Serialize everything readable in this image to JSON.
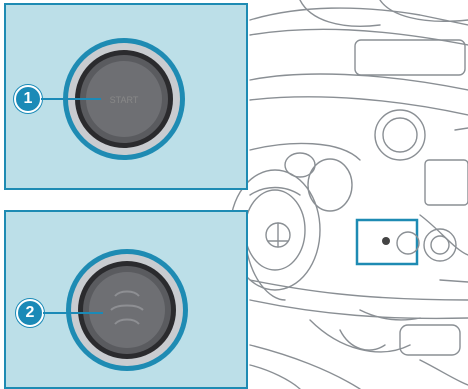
{
  "callouts": [
    {
      "number": "1",
      "icon": "start-stop-button-plain"
    },
    {
      "number": "2",
      "icon": "start-stop-button-with-keyless-go-symbol"
    }
  ],
  "colors": {
    "panel_fill": "#bcdfe8",
    "panel_border": "#1e8bb3",
    "callout": "#1b8ab7",
    "highlight_border": "#1e8bb3",
    "drawing_line": "#8a8f94"
  }
}
